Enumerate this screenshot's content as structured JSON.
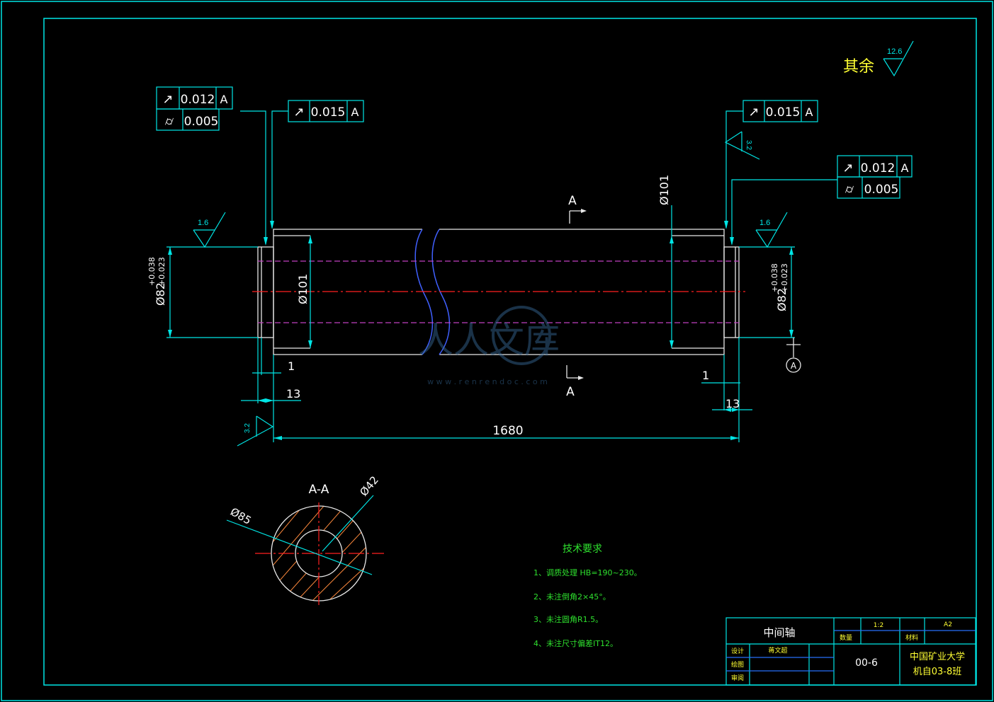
{
  "surface_other": {
    "label": "其余",
    "value": "12.6"
  },
  "roughness": {
    "seat_left": "1.6",
    "seat_right": "1.6",
    "shoulder_right": "3.2",
    "end_left": "3.2"
  },
  "fcf_left_runout": {
    "sym": "↗",
    "value": "0.012",
    "datum": "A"
  },
  "fcf_left_cyl": {
    "sym": "⌭",
    "value": "0.005"
  },
  "fcf_left2": {
    "sym": "↗",
    "value": "0.015",
    "datum": "A"
  },
  "fcf_right1": {
    "sym": "↗",
    "value": "0.015",
    "datum": "A"
  },
  "fcf_right_runout": {
    "sym": "↗",
    "value": "0.012",
    "datum": "A"
  },
  "fcf_right_cyl": {
    "sym": "⌭",
    "value": "0.005"
  },
  "dims": {
    "left_dia": "Ø82",
    "left_tol_up": "+0.038",
    "left_tol_lo": "+0.023",
    "right_dia": "Ø82",
    "right_tol_up": "+0.038",
    "right_tol_lo": "+0.023",
    "body_dia_left": "Ø101",
    "body_dia_right": "Ø101",
    "chamfer_left": "1",
    "chamfer_right": "1",
    "seat_left": "13",
    "seat_right": "13",
    "total_length": "1680"
  },
  "section": {
    "cut_label_top": "A",
    "cut_label_bottom": "A",
    "title": "A-A",
    "outer_dia": "Ø85",
    "inner_dia": "Ø42"
  },
  "datum_label": "A",
  "watermark": {
    "text": "人人文库",
    "url": "w w w . r e n r e n d o c . c o m"
  },
  "tech_req": {
    "title": "技术要求",
    "items": [
      "1、调质处理 HB=190~230。",
      "2、未注倒角2×45°。",
      "3、未注圆角R1.5。",
      "4、未注尺寸偏差IT12。"
    ]
  },
  "title_block": {
    "part_name": "中间轴",
    "scale": "1:2",
    "sheet": "A2",
    "qty_label": "数量",
    "material_label": "材料",
    "design_label": "设计",
    "designer": "蒋文超",
    "draw_label": "绘图",
    "review_label": "审阅",
    "drawing_no": "00-6",
    "school": "中国矿业大学",
    "class": "机自03-8班"
  },
  "colors": {
    "frame": "#00e5e5",
    "part": "#e8e8e8",
    "hidden": "#c040c0",
    "center": "#ff2020",
    "break": "#4060ff",
    "text_note": "#2ee02e"
  }
}
